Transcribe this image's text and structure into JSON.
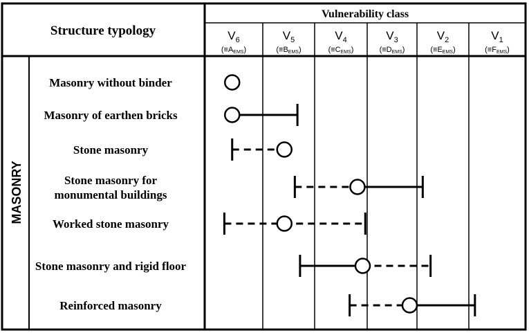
{
  "header": {
    "structure_typology": "Structure typology",
    "vulnerability_class": "Vulnerability class"
  },
  "group_label": "MASONRY",
  "classes": [
    {
      "name": "V",
      "index": "6",
      "ems_pre": "(≡A",
      "ems_sub": "EMS",
      "ems_post": ")"
    },
    {
      "name": "V",
      "index": "5",
      "ems_pre": "(≡B",
      "ems_sub": "EMS",
      "ems_post": ")"
    },
    {
      "name": "V",
      "index": "4",
      "ems_pre": "(≡C",
      "ems_sub": "EMS",
      "ems_post": ")"
    },
    {
      "name": "V",
      "index": "3",
      "ems_pre": "(≡D",
      "ems_sub": "EMS",
      "ems_post": ")"
    },
    {
      "name": "V",
      "index": "2",
      "ems_pre": "(≡E",
      "ems_sub": "EMS",
      "ems_post": ")"
    },
    {
      "name": "V",
      "index": "1",
      "ems_pre": "(≡F",
      "ems_sub": "EMS",
      "ems_post": ")"
    }
  ],
  "rows": [
    {
      "label": [
        "Masonry without binder"
      ],
      "most_likely": 0,
      "range_segments": []
    },
    {
      "label": [
        "Masonry of earthen bricks"
      ],
      "most_likely": 0,
      "range_segments": [
        {
          "from": 0,
          "to": 1.25,
          "style": "solid",
          "end_bar": "right"
        }
      ]
    },
    {
      "label": [
        "Stone masonry"
      ],
      "most_likely": 1,
      "range_segments": [
        {
          "from": 0,
          "to": 1,
          "style": "dashed",
          "end_bar": "left"
        }
      ]
    },
    {
      "label": [
        "Stone masonry for",
        "monumental buildings"
      ],
      "most_likely": 2.4,
      "range_segments": [
        {
          "from": 1.2,
          "to": 2.4,
          "style": "dashed",
          "end_bar": "left"
        },
        {
          "from": 2.4,
          "to": 3.65,
          "style": "solid",
          "end_bar": "right"
        }
      ]
    },
    {
      "label": [
        "Worked stone masonry"
      ],
      "most_likely": 1,
      "range_segments": [
        {
          "from": -0.15,
          "to": 1,
          "style": "dashed",
          "end_bar": "left"
        },
        {
          "from": 1,
          "to": 2.55,
          "style": "dashed",
          "end_bar": "right"
        }
      ]
    },
    {
      "label": [
        "Stone masonry and rigid floor"
      ],
      "most_likely": 2.5,
      "range_segments": [
        {
          "from": 1.3,
          "to": 2.5,
          "style": "solid",
          "end_bar": "left"
        },
        {
          "from": 2.5,
          "to": 3.8,
          "style": "dashed",
          "end_bar": "right"
        }
      ]
    },
    {
      "label": [
        "Reinforced masonry"
      ],
      "most_likely": 3.4,
      "range_segments": [
        {
          "from": 2.25,
          "to": 3.4,
          "style": "dashed",
          "end_bar": "left"
        },
        {
          "from": 3.4,
          "to": 4.65,
          "style": "solid",
          "end_bar": "right"
        }
      ]
    }
  ]
}
